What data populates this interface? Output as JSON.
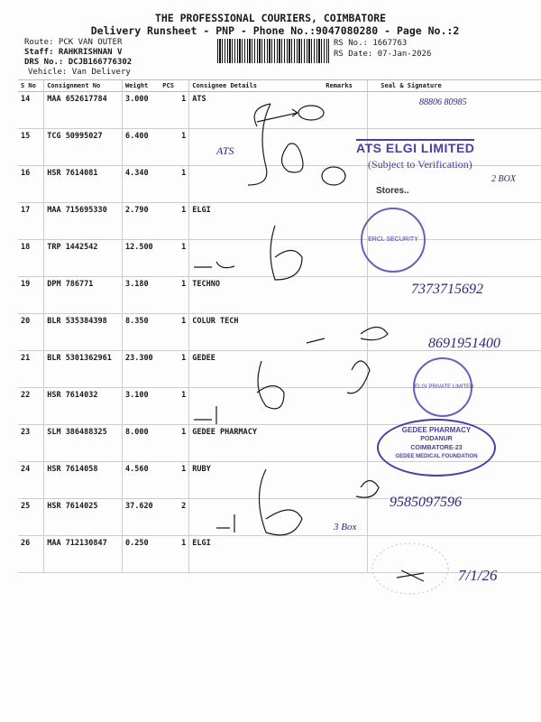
{
  "header": {
    "company": "THE PROFESSIONAL COURIERS, COIMBATORE",
    "subtitle": "Delivery Runsheet - PNP - Phone No.:9047080280 - Page No.:2",
    "route": "Route: PCK VAN OUTER",
    "staff": "Staff: RAHKRISHNAN V",
    "drs": "DRS No.: DCJB166776302",
    "vehicle": "Vehicle: Van Delivery",
    "rs_no": "RS No.: 1667763",
    "rs_date": "RS Date: 07-Jan-2026"
  },
  "columns": [
    "S No",
    "Consignment No",
    "Weight",
    "PCS",
    "Consignee Details",
    "Remarks",
    "Seal & Signature"
  ],
  "rows": [
    {
      "sno": "14",
      "cn": "MAA 652617784",
      "wt": "3.000",
      "pcs": "1",
      "consignee": "ATS"
    },
    {
      "sno": "15",
      "cn": "TCG 50995027",
      "wt": "6.400",
      "pcs": "1",
      "consignee": ""
    },
    {
      "sno": "16",
      "cn": "HSR 7614081",
      "wt": "4.340",
      "pcs": "1",
      "consignee": ""
    },
    {
      "sno": "17",
      "cn": "MAA 715695330",
      "wt": "2.790",
      "pcs": "1",
      "consignee": "ELGI"
    },
    {
      "sno": "18",
      "cn": "TRP 1442542",
      "wt": "12.500",
      "pcs": "1",
      "consignee": ""
    },
    {
      "sno": "19",
      "cn": "DPM 786771",
      "wt": "3.180",
      "pcs": "1",
      "consignee": "TECHNO"
    },
    {
      "sno": "20",
      "cn": "BLR 535384398",
      "wt": "8.350",
      "pcs": "1",
      "consignee": "COLUR TECH"
    },
    {
      "sno": "21",
      "cn": "BLR 5301362961",
      "wt": "23.300",
      "pcs": "1",
      "consignee": "GEDEE"
    },
    {
      "sno": "22",
      "cn": "HSR 7614032",
      "wt": "3.100",
      "pcs": "1",
      "consignee": ""
    },
    {
      "sno": "23",
      "cn": "SLM 386488325",
      "wt": "8.000",
      "pcs": "1",
      "consignee": "GEDEE PHARMACY"
    },
    {
      "sno": "24",
      "cn": "HSR 7614058",
      "wt": "4.560",
      "pcs": "1",
      "consignee": "RUBY"
    },
    {
      "sno": "25",
      "cn": "HSR 7614025",
      "wt": "37.620",
      "pcs": "2",
      "consignee": ""
    },
    {
      "sno": "26",
      "cn": "MAA 712130847",
      "wt": "0.250",
      "pcs": "1",
      "consignee": "ELGI"
    }
  ],
  "stamps": {
    "ats_title": "ATS ELGI LIMITED",
    "ats_sub": "(Subject to Verification)",
    "ats_stores": "Stores..",
    "gedee_top": "GEDEE PHARMACY",
    "gedee_mid1": "PODANUR",
    "gedee_mid2": "COIMBATORE-23",
    "gedee_bottom": "GEDEE MEDICAL FOUNDATION",
    "ercl": "ERCL SECURITY",
    "elgi_round": "ELGI PRIVATE LIMITED"
  },
  "handwriting": {
    "hw_ats": "ATS",
    "hw_box": "2 BOX",
    "hw_phone1": "7373715692",
    "hw_phone2": "8691951400",
    "hw_phone3": "9585097596",
    "hw_box3": "3 Box",
    "hw_date": "7/1/26",
    "hw_row14": "88806 80985"
  }
}
